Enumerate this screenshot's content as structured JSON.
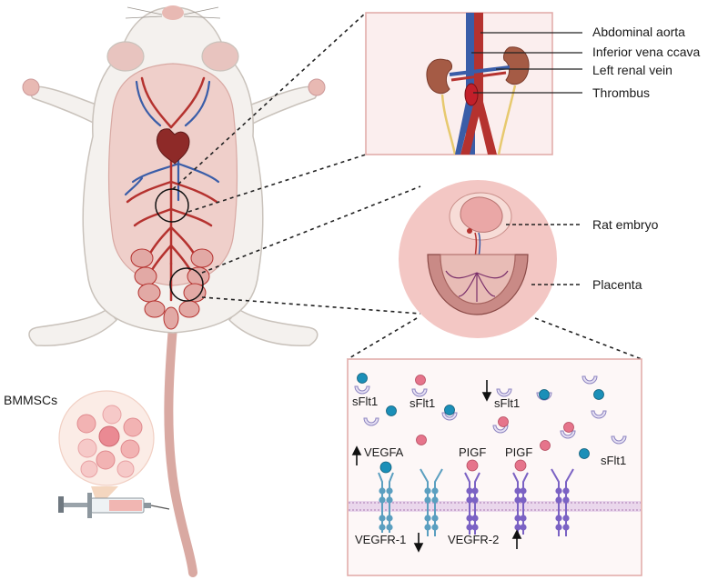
{
  "labels": {
    "abdominal_aorta": "Abdominal aorta",
    "inferior_vena_cava": "Inferior vena ccava",
    "left_renal_vein": "Left renal vein",
    "thrombus": "Thrombus",
    "rat_embryo": "Rat embryo",
    "placenta": "Placenta",
    "bmmscs": "BMMSCs"
  },
  "molecular": {
    "sflt1_a": "sFlt1",
    "sflt1_b": "sFlt1",
    "sflt1_c": "sFlt1",
    "sflt1_d": "sFlt1",
    "vegfa": "VEGFA",
    "pigf_a": "PIGF",
    "pigf_b": "PIGF",
    "vegfr1": "VEGFR-1",
    "vegfr2": "VEGFR-2"
  },
  "colors": {
    "rat_body": "#f4f1ee",
    "rat_outline": "#c9c2bb",
    "skin_pink": "#e8b9b3",
    "artery": "#b5322f",
    "vein": "#3a5da8",
    "panel_border": "#e0a8a6",
    "panel_fill": "#fdf7f7",
    "vegf_ligand": "#1b8fb8",
    "pigf_ligand": "#e6748b",
    "vegfr1": "#5b9fc0",
    "vegfr2": "#7b62c4",
    "membrane": "#c9a8cf"
  }
}
